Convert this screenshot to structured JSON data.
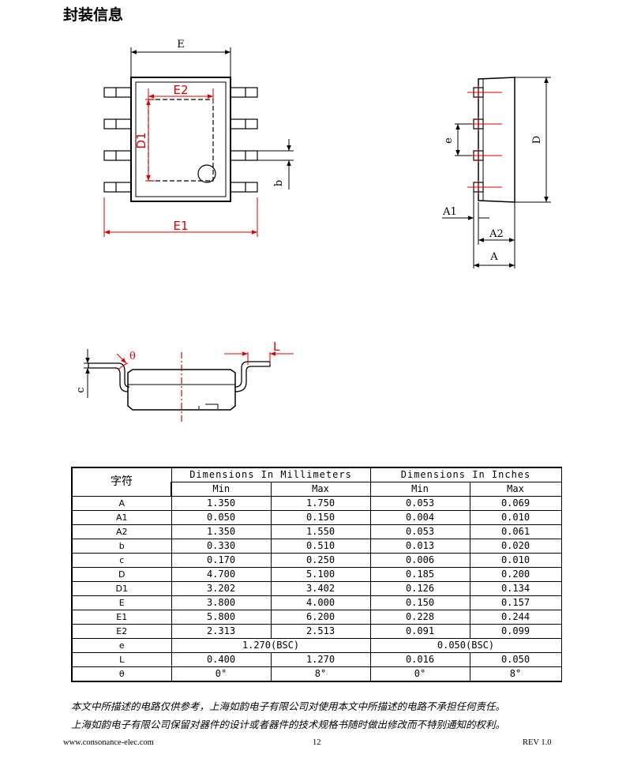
{
  "section_title": "封装信息",
  "drawing_labels": {
    "top_E": "E",
    "top_E1": "E1",
    "top_E2": "E2",
    "top_D1": "D1",
    "top_b": "b",
    "side_e": "e",
    "side_D": "D",
    "side_A1": "A1",
    "side_A2": "A2",
    "side_A": "A",
    "front_theta": "θ",
    "front_c": "c",
    "front_L": "L"
  },
  "table": {
    "symbol_header": "字符",
    "mm_header": "Dimensions In Millimeters",
    "in_header": "Dimensions In Inches",
    "min_label": "Min",
    "max_label": "Max",
    "rows": [
      {
        "sym": "A",
        "mm_min": "1.350",
        "mm_max": "1.750",
        "in_min": "0.053",
        "in_max": "0.069"
      },
      {
        "sym": "A1",
        "mm_min": "0.050",
        "mm_max": "0.150",
        "in_min": "0.004",
        "in_max": "0.010"
      },
      {
        "sym": "A2",
        "mm_min": "1.350",
        "mm_max": "1.550",
        "in_min": "0.053",
        "in_max": "0.061"
      },
      {
        "sym": "b",
        "mm_min": "0.330",
        "mm_max": "0.510",
        "in_min": "0.013",
        "in_max": "0.020"
      },
      {
        "sym": "c",
        "mm_min": "0.170",
        "mm_max": "0.250",
        "in_min": "0.006",
        "in_max": "0.010"
      },
      {
        "sym": "D",
        "mm_min": "4.700",
        "mm_max": "5.100",
        "in_min": "0.185",
        "in_max": "0.200"
      },
      {
        "sym": "D1",
        "mm_min": "3.202",
        "mm_max": "3.402",
        "in_min": "0.126",
        "in_max": "0.134"
      },
      {
        "sym": "E",
        "mm_min": "3.800",
        "mm_max": "4.000",
        "in_min": "0.150",
        "in_max": "0.157"
      },
      {
        "sym": "E1",
        "mm_min": "5.800",
        "mm_max": "6.200",
        "in_min": "0.228",
        "in_max": "0.244"
      },
      {
        "sym": "E2",
        "mm_min": "2.313",
        "mm_max": "2.513",
        "in_min": "0.091",
        "in_max": "0.099"
      }
    ],
    "row_e": {
      "sym": "e",
      "mm_bsc": "1.270(BSC)",
      "in_bsc": "0.050(BSC)"
    },
    "row_L": {
      "sym": "L",
      "mm_min": "0.400",
      "mm_max": "1.270",
      "in_min": "0.016",
      "in_max": "0.050"
    },
    "row_theta": {
      "sym": "θ",
      "mm_min": "0°",
      "mm_max": "8°",
      "in_min": "0°",
      "in_max": "8°"
    }
  },
  "disclaimer": {
    "line1": "本文中所描述的电路仅供参考，上海如韵电子有限公司对使用本文中所描述的电路不承担任何责任。",
    "line2": "上海如韵电子有限公司保留对器件的设计或者器件的技术规格书随时做出修改而不特别通知的权利。"
  },
  "footer": {
    "website": "www.consonance-elec.com",
    "page": "12",
    "revision": "REV 1.0"
  },
  "colors": {
    "dimension_red": "#e00000",
    "line_black": "#000000"
  }
}
